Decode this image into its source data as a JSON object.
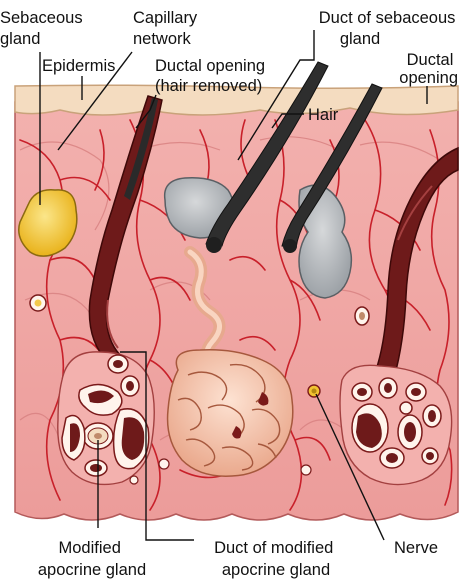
{
  "figure": {
    "labels": {
      "sebaceous_gland": [
        "Sebaceous",
        "gland"
      ],
      "capillary_network": [
        "Capillary",
        "network"
      ],
      "duct_of_sebaceous_gland": [
        "Duct of sebaceous",
        "gland"
      ],
      "epidermis": "Epidermis",
      "ductal_opening_hair_removed": [
        "Ductal opening",
        "(hair removed)"
      ],
      "ductal_opening": [
        "Ductal",
        "opening"
      ],
      "hair": "Hair",
      "modified_apocrine_gland": [
        "Modified",
        "apocrine gland"
      ],
      "duct_of_modified_apocrine_gland": [
        "Duct of modified",
        "apocrine gland"
      ],
      "nerve": "Nerve"
    },
    "colors": {
      "epidermis": "#f4dcc0",
      "dermis": "#f2a9a9",
      "vessel": "#c8202a",
      "sebaceous_gland_yellow": "#f2c94c",
      "sebaceous_gland_gray": "#b5b9bd",
      "hair": "#2e2e2e",
      "apocrine_coil": "#f6c7ae",
      "dark_duct": "#6e1a1a",
      "nerve": "#f1c232"
    }
  }
}
